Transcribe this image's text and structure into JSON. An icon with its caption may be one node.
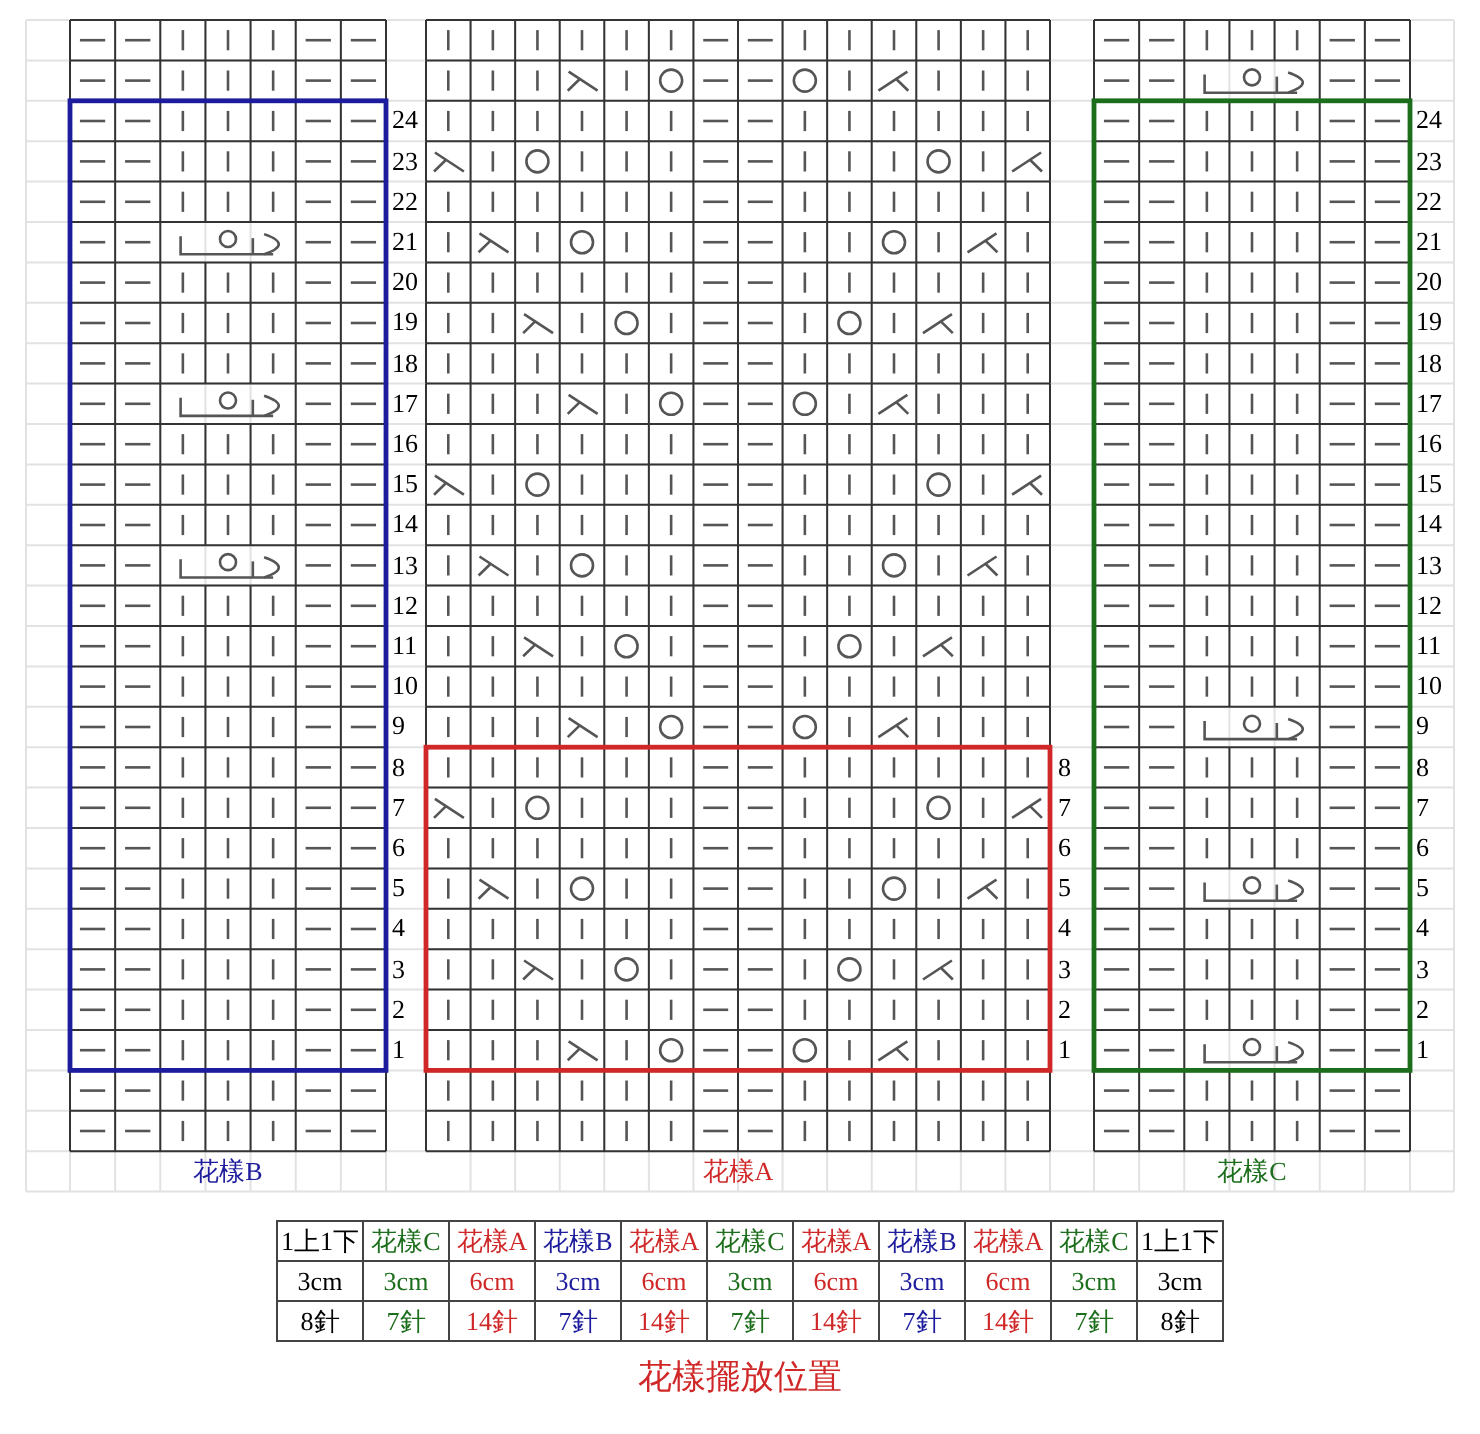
{
  "diagram": {
    "caption": "花樣擺放位置",
    "labels": [
      "24",
      "24",
      "23",
      "23",
      "22",
      "22",
      "21",
      "21",
      "20",
      "20",
      "19",
      "19",
      "18",
      "18",
      "17",
      "17",
      "16",
      "16",
      "15",
      "15",
      "14",
      "14",
      "13",
      "13",
      "12",
      "12",
      "11",
      "11",
      "10",
      "10",
      "9",
      "9",
      "8",
      "8",
      "8",
      "7",
      "7",
      "7",
      "6",
      "6",
      "6",
      "5",
      "5",
      "5",
      "4",
      "4",
      "4",
      "3",
      "3",
      "3",
      "2",
      "2",
      "2",
      "1",
      "1",
      "1",
      "花樣B",
      "花樣A",
      "花樣C",
      "1上1下",
      "花樣C",
      "花樣A",
      "花樣B",
      "花樣A",
      "花樣C",
      "花樣A",
      "花樣B",
      "花樣A",
      "花樣C",
      "1上1下",
      "3cm",
      "3cm",
      "6cm",
      "3cm",
      "6cm",
      "3cm",
      "6cm",
      "3cm",
      "6cm",
      "3cm",
      "3cm",
      "8針",
      "7針",
      "14針",
      "7針",
      "14針",
      "7針",
      "14針",
      "7針",
      "14針",
      "7針",
      "8針"
    ]
  }
}
